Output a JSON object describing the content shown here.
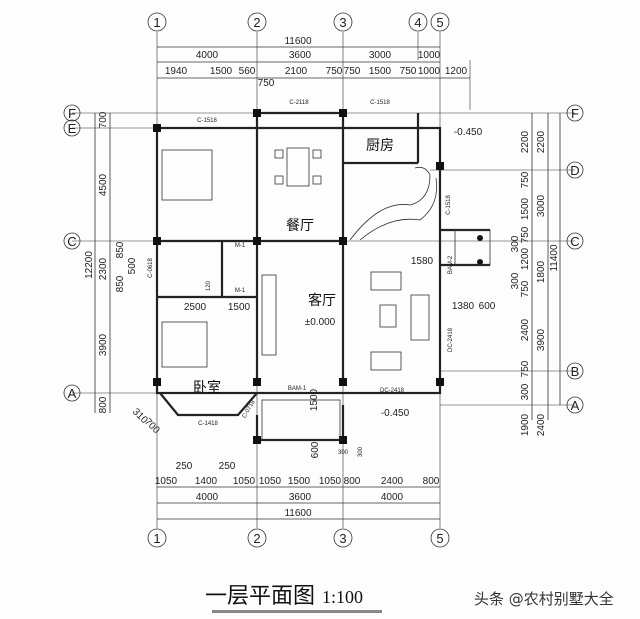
{
  "axes": {
    "cols": [
      "1",
      "2",
      "3",
      "4",
      "5"
    ],
    "rows": [
      "F",
      "E",
      "D",
      "C",
      "B",
      "A"
    ]
  },
  "dims_top": {
    "total": "11600",
    "row1": [
      "4000",
      "3600",
      "3000",
      "1000"
    ],
    "row2": [
      "1940",
      "1500",
      "560",
      "2100",
      "750",
      "750",
      "1500",
      "750",
      "1000",
      "1200"
    ],
    "sub": "750"
  },
  "dims_bottom": {
    "total": "11600",
    "row1": [
      "4000",
      "3600",
      "4000"
    ],
    "row2": [
      "1050",
      "1400",
      "1050",
      "1050",
      "1500",
      "1050",
      "800",
      "2400",
      "800"
    ],
    "small": [
      "250",
      "250",
      "600",
      "300",
      "300"
    ]
  },
  "dims_left": {
    "total": "12200",
    "row1": [
      "700",
      "4500",
      "2300",
      "3900",
      "800"
    ],
    "row2": [
      "850",
      "500",
      "850"
    ],
    "diag": "310",
    "diag2": "700"
  },
  "dims_right": {
    "total": "11400",
    "row1": [
      "2200",
      "3000",
      "1800",
      "3900",
      "2400"
    ],
    "row2": [
      "2200",
      "750",
      "1500",
      "750",
      "300",
      "1200",
      "300",
      "750",
      "2400",
      "750",
      "300",
      "1900"
    ]
  },
  "inner_dims": {
    "d1580": "1580",
    "d1380": "1380",
    "d600": "600",
    "d2500": "2500",
    "d1500": "1500",
    "d1500b": "1500",
    "d120": "120"
  },
  "rooms": {
    "dining": "餐厅",
    "kitchen": "厨房",
    "living": "客厅",
    "bedroom": "卧室",
    "level_living": "±0.000",
    "level_out1": "-0.450",
    "level_out2": "-0.450"
  },
  "openings": {
    "c2118": "C-2118",
    "c1518a": "C-1518",
    "c1518b": "C-1518",
    "c1518c": "C-1518",
    "c0618": "C-0618",
    "c0718": "C-0718",
    "c1418": "C-1418",
    "m1a": "M-1",
    "m1b": "M-1",
    "bam1": "BAM-1",
    "bam2": "BAM-2",
    "dc2418a": "DC-2418",
    "dc2418b": "DC-2418"
  },
  "footer": {
    "title": "一层平面图",
    "scale": "1:100",
    "watermark": "头条 @农村别墅大全"
  }
}
